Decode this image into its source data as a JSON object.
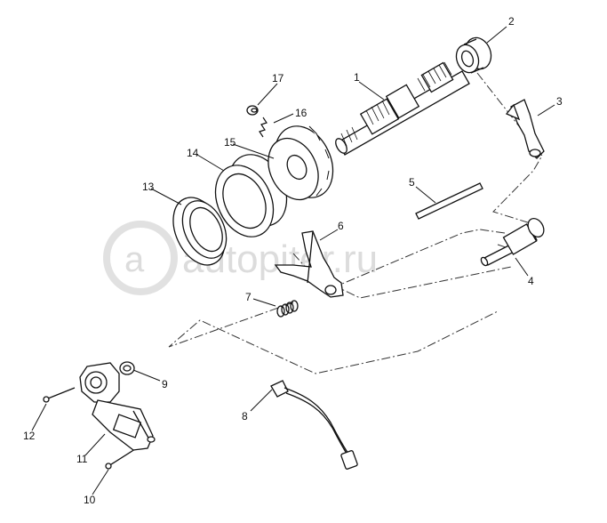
{
  "diagram": {
    "type": "exploded-parts-diagram",
    "callouts": [
      "1",
      "2",
      "3",
      "4",
      "5",
      "6",
      "7",
      "8",
      "9",
      "10",
      "11",
      "12",
      "13",
      "14",
      "15",
      "16",
      "17"
    ]
  },
  "watermark": {
    "brand": "autopiter.ru",
    "color": "#d9d9d9"
  },
  "colors": {
    "line": "#111111",
    "background": "#ffffff"
  }
}
